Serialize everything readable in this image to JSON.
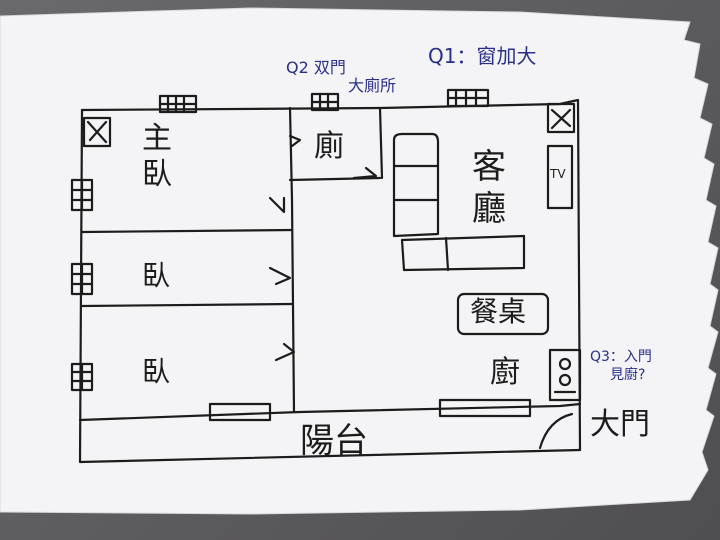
{
  "rooms": {
    "master_bedroom_line1": "主",
    "master_bedroom_line2": "臥",
    "bedroom_2": "臥",
    "bedroom_3": "臥",
    "bathroom": "廁",
    "living_room_line1": "客",
    "living_room_line2": "廳",
    "dining_table": "餐桌",
    "kitchen": "廚",
    "balcony": "陽台",
    "main_door": "大門",
    "tv": "TV"
  },
  "questions": {
    "q1": "Q1：窗加大",
    "q2_line1": "Q2 双門",
    "q2_line2": "大廁所",
    "q3_line1": "Q3：入門",
    "q3_line2": "見廚?"
  },
  "colors": {
    "ink": "#1c1c1c",
    "blue_ink": "#2a2f8a",
    "paper": "#f4f4f6",
    "background": "#5c5b5d"
  }
}
